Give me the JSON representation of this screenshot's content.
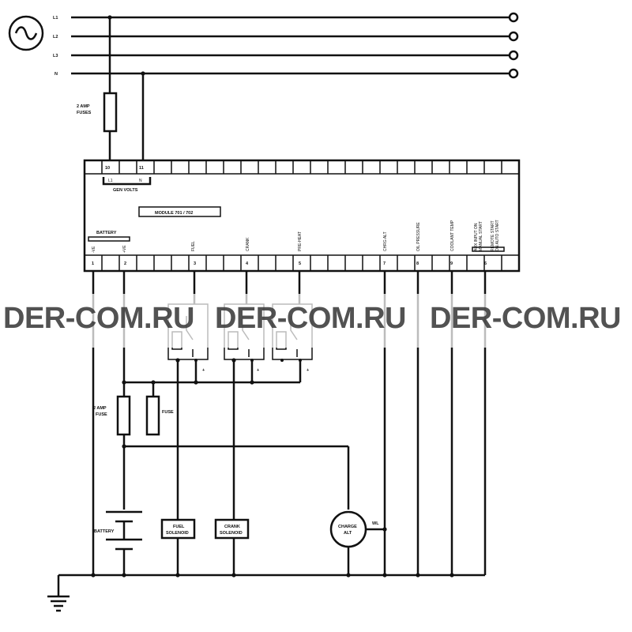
{
  "phases": [
    "L1",
    "L2",
    "L3",
    "N"
  ],
  "labels": {
    "fuses_top_1": "2 AMP",
    "fuses_top_2": "FUSES",
    "gen_volts": "GEN VOLTS",
    "module": "MODULE 701 / 702",
    "battery_module": "BATTERY",
    "neg": "-VE",
    "pos": "+VE",
    "fuel": "FUEL",
    "crank": "CRANK",
    "preheat": "PRE-HEAT",
    "chrg_alt": "CHRG ALT",
    "oil_pressure": "OIL PRESSURE",
    "coolant_temp": "COOLANT TEMP",
    "aux_1": "AUX INPUT ON",
    "aux_2": "MANUAL START",
    "remote_1": "REMOTE START",
    "remote_2": "ON AUTO START",
    "fuse2a_1": "2 AMP",
    "fuse2a_2": "FUSE",
    "fuse": "FUSE",
    "battery": "BATTERY",
    "fuel_sol_1": "FUEL",
    "fuel_sol_2": "SOLENOID",
    "crank_sol_1": "CRANK",
    "crank_sol_2": "SOLENOID",
    "charge_alt_1": "CHARGE",
    "charge_alt_2": "ALT",
    "wl": "WL",
    "plus": "+",
    "l1_tag": "L1",
    "n_tag": "N"
  },
  "terminals_top": [
    "10",
    "11"
  ],
  "terminals_bottom": [
    "1",
    "2",
    "3",
    "4",
    "5",
    "7",
    "8",
    "9",
    "6"
  ],
  "watermark": [
    "DER-COM.RU",
    "DER-COM.RU",
    "DER-COM.RU"
  ]
}
